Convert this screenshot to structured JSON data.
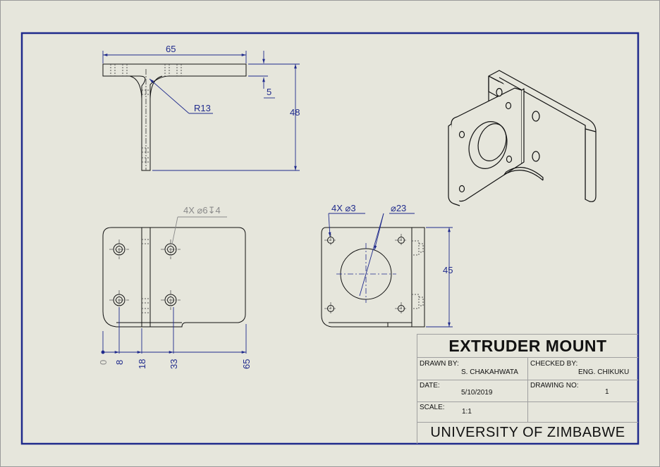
{
  "colors": {
    "paper": "#e6e6dc",
    "frame": "#1f2a8c",
    "line": "#111111",
    "dimension": "#1f2a8c",
    "note": "#8a8a8a"
  },
  "views": {
    "front": {
      "width_dim": "65",
      "height_dim": "48",
      "thickness_dim": "5",
      "radius": "R13"
    },
    "top": {
      "hole_callout": "4X ⌀6↧4",
      "ord_0": "0",
      "ord_8": "8",
      "ord_18": "18",
      "ord_33": "33",
      "ord_65": "65"
    },
    "side": {
      "hole_callout": "4X ⌀3",
      "bore_callout": "⌀23",
      "height_dim": "45"
    }
  },
  "title_block": {
    "title": "EXTRUDER MOUNT",
    "drawn_by_label": "DRAWN BY:",
    "drawn_by": "S. CHAKAHWATA",
    "checked_by_label": "CHECKED BY:",
    "checked_by": "ENG. CHIKUKU",
    "date_label": "DATE:",
    "date": "5/10/2019",
    "drawing_no_label": "DRAWING NO:",
    "drawing_no": "1",
    "scale_label": "SCALE:",
    "scale": "1:1",
    "institution": "UNIVERSITY OF ZIMBABWE"
  }
}
